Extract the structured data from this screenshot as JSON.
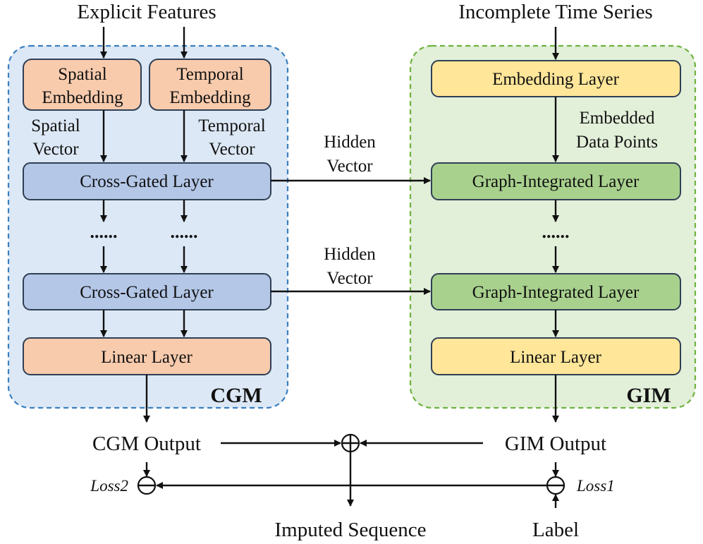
{
  "inputs": {
    "explicit_features": "Explicit Features",
    "incomplete_series": "Incomplete Time Series"
  },
  "cgm": {
    "tag": "CGM",
    "spatial_embedding": [
      "Spatial",
      "Embedding"
    ],
    "temporal_embedding": [
      "Temporal",
      "Embedding"
    ],
    "spatial_vector": [
      "Spatial",
      "Vector"
    ],
    "temporal_vector": [
      "Temporal",
      "Vector"
    ],
    "cross_gated_layer": "Cross-Gated Layer",
    "ellipsis": "......",
    "linear_layer": "Linear Layer"
  },
  "gim": {
    "tag": "GIM",
    "embedding_layer": "Embedding Layer",
    "embedded_points": [
      "Embedded",
      "Data Points"
    ],
    "graph_layer": "Graph-Integrated Layer",
    "ellipsis": "......",
    "linear_layer": "Linear Layer"
  },
  "links": {
    "hidden_vector": [
      "Hidden",
      "Vector"
    ]
  },
  "outputs": {
    "cgm_output": "CGM Output",
    "gim_output": "GIM Output",
    "imputed_sequence": "Imputed Sequence",
    "label": "Label",
    "loss1": "Loss1",
    "loss2": "Loss2"
  },
  "colors": {
    "cgm_bg": "#dce8f5",
    "cgm_border": "#3a7fc0",
    "gim_bg": "#e2efd9",
    "gim_border": "#6db33f",
    "salmon": "#f8cbad",
    "blue_box": "#b4c7e7",
    "green_box": "#a9d18e",
    "yellow_box": "#ffe699",
    "box_border": "#2f3f55"
  }
}
